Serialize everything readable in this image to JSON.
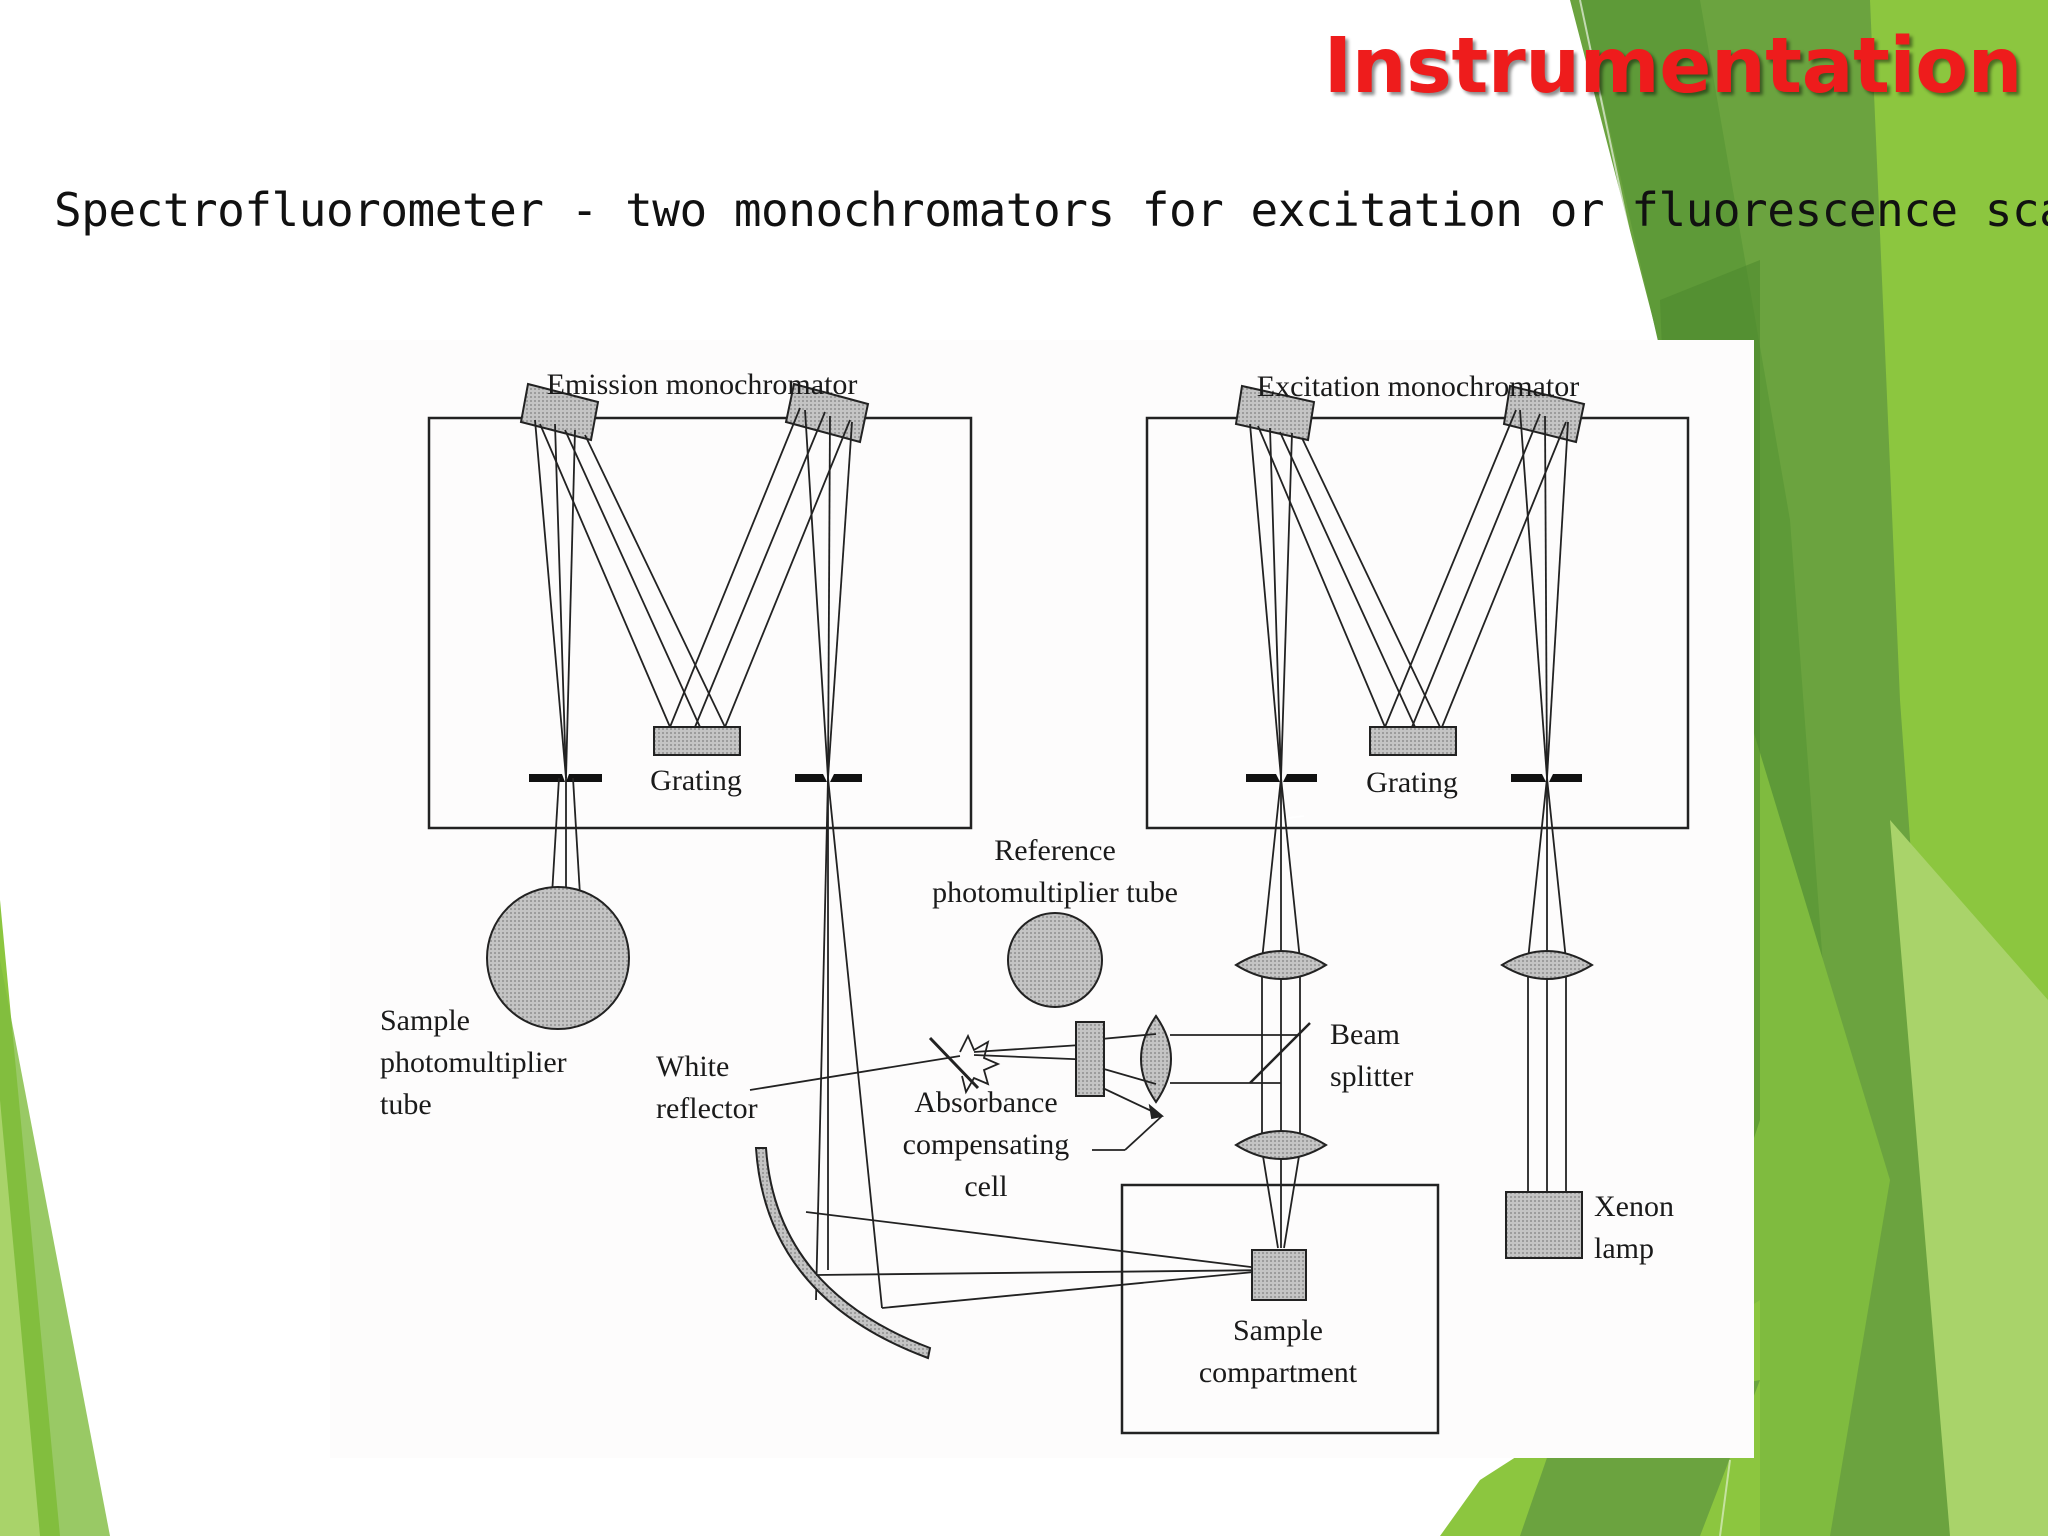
{
  "slide": {
    "title": "Instrumentation",
    "subtitle": "Spectrofluorometer - two monochromators for excitation or fluorescence scanning"
  },
  "diagram": {
    "emission_monochromator": "Emission monochromator",
    "excitation_monochromator": "Excitation monochromator",
    "emission_grating": "Grating",
    "excitation_grating": "Grating",
    "reference_pmt": [
      "Reference",
      "photomultiplier tube"
    ],
    "sample_pmt": [
      "Sample",
      "photomultiplier",
      "tube"
    ],
    "white_reflector": [
      "White",
      "reflector"
    ],
    "absorbance_cell": [
      "Absorbance",
      "compensating",
      "cell"
    ],
    "beam_splitter": [
      "Beam",
      "splitter"
    ],
    "xenon_lamp": [
      "Xenon",
      "lamp"
    ],
    "sample_compartment": [
      "Sample",
      "compartment"
    ]
  },
  "colors": {
    "title_red": "#ee1c1c",
    "green_light": "#8cc63f",
    "green_dark": "#5a9a3a",
    "component_fill": "#b8b8b8"
  }
}
